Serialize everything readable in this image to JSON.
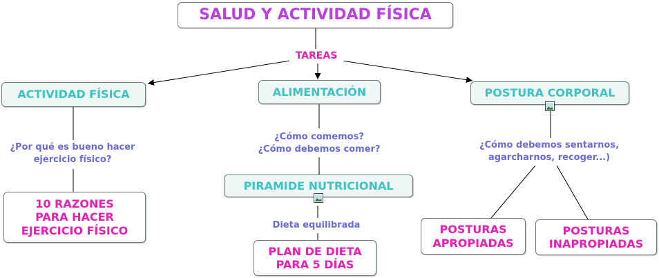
{
  "colors": {
    "title": "#bc3fe0",
    "topic": "#3ec2c2",
    "leaf": "#e81fb4",
    "link_label": "#6a6ad9",
    "node_fill": "#eef6f6",
    "border": "#6c7a7a"
  },
  "nodes": {
    "title": "SALUD Y ACTIVIDAD FÍSICA",
    "actividad_fisica": "ACTIVIDAD FÍSICA",
    "alimentacion": "ALIMENTACIÓN",
    "postura_corporal": "POSTURA CORPORAL",
    "razones": [
      "10 RAZONES",
      "PARA HACER",
      "EJERCICIO FÍSICO"
    ],
    "piramide": "PIRAMIDE NUTRICIONAL",
    "plan_dieta": [
      "PLAN DE DIETA",
      "PARA 5 DÍAS"
    ],
    "posturas_apropiadas": [
      "POSTURAS",
      "APROPIADAS"
    ],
    "posturas_inapropiadas": [
      "POSTURAS",
      "INAPROPIADAS"
    ]
  },
  "links": {
    "tareas": "TAREAS",
    "por_que": [
      "¿Por qué es bueno hacer",
      "ejercicio físico?"
    ],
    "como_comemos": [
      "¿Cómo comemos?",
      "¿Cómo debemos comer?"
    ],
    "dieta": "Dieta equilibrada",
    "como_sentarnos": [
      "¿Cómo debemos sentarnos,",
      "agarcharnos, recoger...)"
    ]
  },
  "icons": {
    "postura_attachment": "image-icon",
    "piramide_attachment": "image-icon"
  }
}
